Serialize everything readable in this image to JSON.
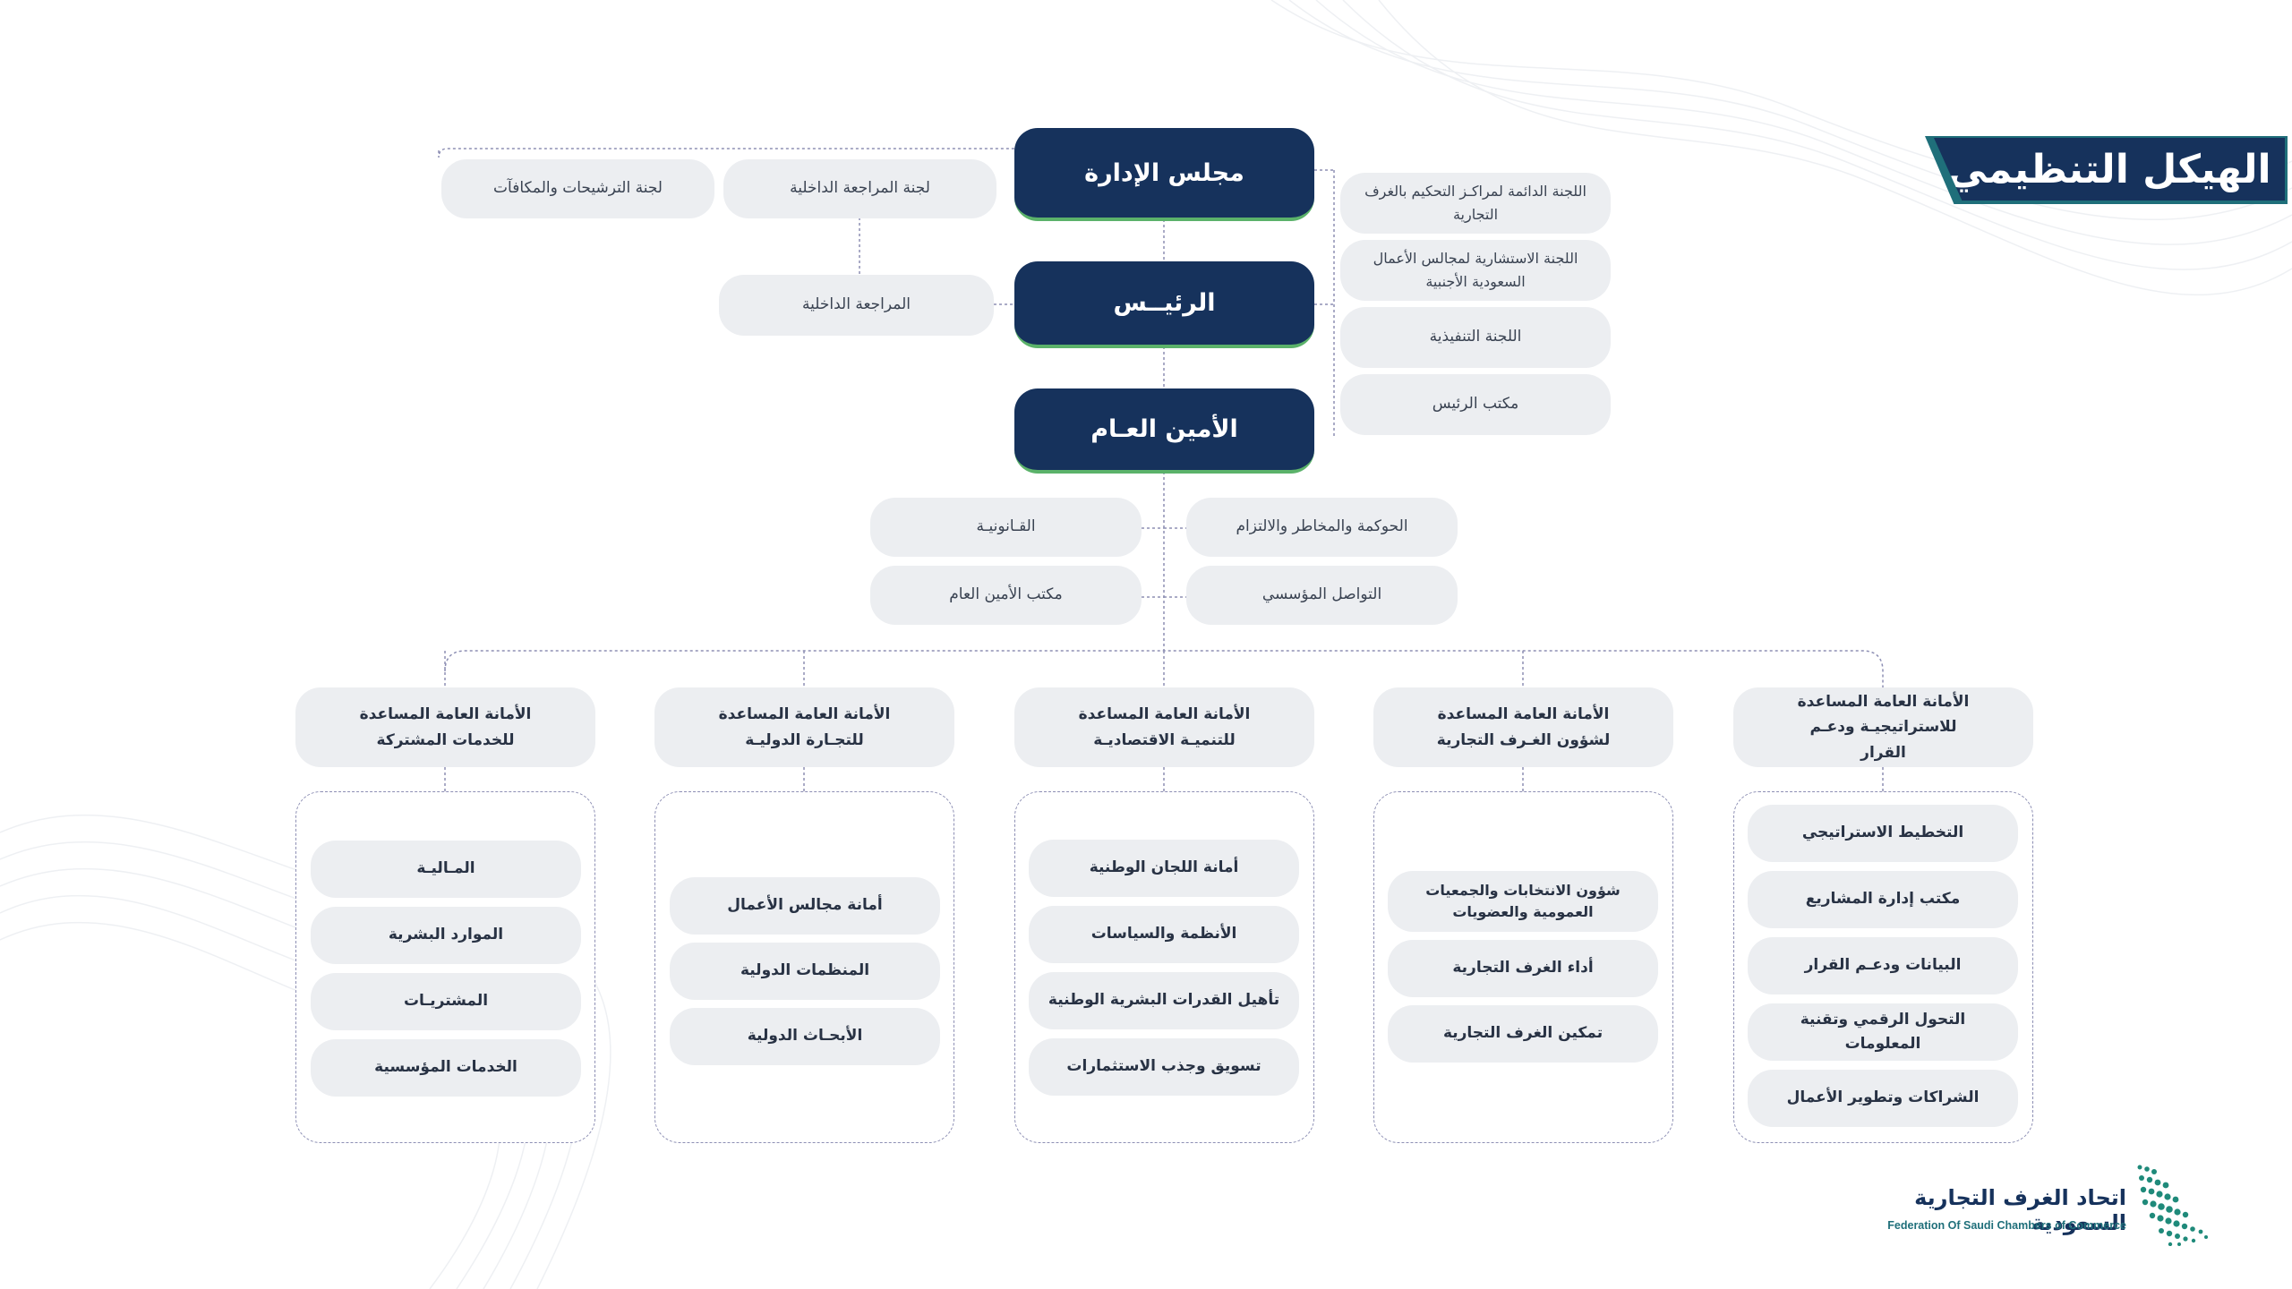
{
  "title": "الهيكل التنظيمي",
  "top": {
    "board": "مجلس الإدارة",
    "president": "الرئيــس",
    "secretary_general": "الأمين العـام"
  },
  "board_left": {
    "nominations": "لجنة الترشيحات والمكافآت",
    "internal_audit_committee": "لجنة المراجعة الداخلية",
    "internal_audit": "المراجعة الداخلية"
  },
  "right_committees": [
    "اللجنة الدائمة لمراكـز التحكيم بالغرف التجارية",
    "اللجنة الاستشارية لمجالس الأعمال السعودية الأجنبية",
    "اللجنة التنفيذية",
    "مكتب الرئيس"
  ],
  "sg_units": {
    "legal": "القـانونيـة",
    "governance": "الحوكمة والمخاطر والالتزام",
    "sg_office": "مكتب الأمين العام",
    "communication": "التواصل المؤسسي"
  },
  "departments": [
    {
      "title": "الأمانة العامة المساعدة للخدمات المشتركة",
      "items": [
        "المـاليـة",
        "الموارد البشرية",
        "المشتريـات",
        "الخدمات المؤسسية"
      ]
    },
    {
      "title": "الأمانة العامة المساعدة للتجـارة الدوليـة",
      "items": [
        "أمانة مجالس الأعمال",
        "المنظمات الدولية",
        "الأبحـاث الدولية"
      ]
    },
    {
      "title": "الأمانة العامة المساعدة للتنميـة الاقتصاديـة",
      "items": [
        "أمانة اللجان الوطنية",
        "الأنظمة والسياسات",
        "تأهيل القدرات البشرية الوطنية",
        "تسويق وجذب الاستثمارات"
      ]
    },
    {
      "title": "الأمانة العامة المساعدة لشؤون الغـرف التجارية",
      "items": [
        "شؤون الانتخابات والجمعيات العمومية والعضويات",
        "أداء الغرف التجارية",
        "تمكين الغرف التجارية"
      ]
    },
    {
      "title": "الأمانة العامة المساعدة للاستراتيجيـة ودعـم القرار",
      "items": [
        "التخطيط الاستراتيجي",
        "مكتب إدارة المشاريع",
        "البيانات ودعـم القرار",
        "التحول الرقمي وتقنية المعلومات",
        "الشراكات وتطوير الأعمال"
      ]
    }
  ],
  "logo": {
    "arabic": "اتحاد الغرف التجارية السعودية",
    "english": "Federation Of Saudi Chambers of Commerce"
  },
  "colors": {
    "navy": "#16325c",
    "accent_green": "#5bb26a",
    "pill": "#eceef1",
    "connector": "#8d8fb4",
    "logo_teal": "#1f8a7a"
  }
}
